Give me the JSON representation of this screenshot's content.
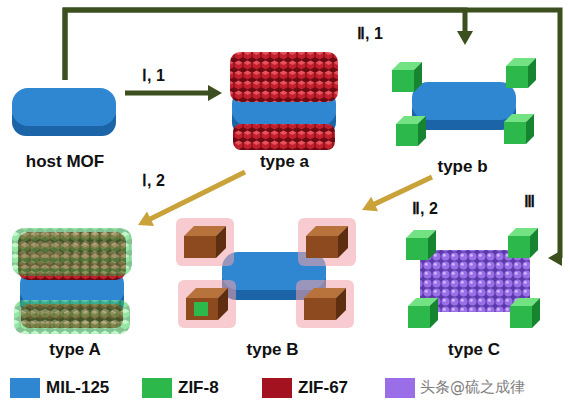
{
  "diagram": {
    "nodes": [
      {
        "text": [
          "host MOF"
        ]
      },
      {
        "text": [
          "type a"
        ]
      },
      {
        "text": [
          "type b"
        ]
      },
      {
        "text": [
          "type A"
        ]
      },
      {
        "text": [
          "type B"
        ]
      },
      {
        "text": [
          "type C"
        ]
      }
    ],
    "edges": [
      {
        "from": 0,
        "to": 1,
        "label": "Ⅰ, 1",
        "arrow": "to"
      },
      {
        "from": 0,
        "to": 2,
        "label": "Ⅱ, 1",
        "arrow": "to"
      },
      {
        "from": 0,
        "to": 5,
        "label": "Ⅲ",
        "arrow": "to"
      },
      {
        "from": 1,
        "to": 3,
        "label": "Ⅰ, 2",
        "arrow": "to"
      },
      {
        "from": 2,
        "to": 4,
        "label": "Ⅱ, 2",
        "arrow": "to"
      }
    ],
    "labels": [
      "头条@硫之成律"
    ],
    "legend": [
      {
        "text": "MIL-125",
        "color": "#2f87d2"
      },
      {
        "text": "ZIF-8",
        "color": "#2db84b"
      },
      {
        "text": "ZIF-67",
        "color": "#a3121f"
      }
    ]
  }
}
